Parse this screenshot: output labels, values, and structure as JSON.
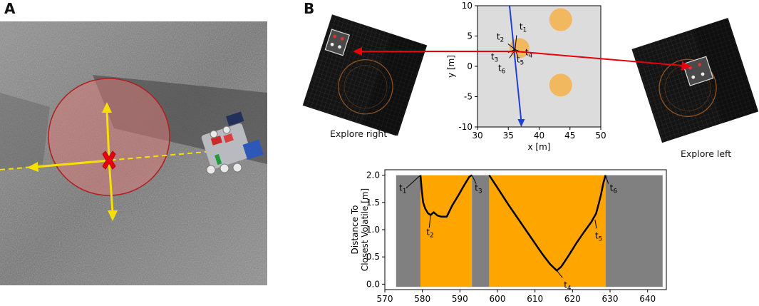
{
  "panels": {
    "a_label": "A",
    "b_label": "B"
  },
  "captions": {
    "explore_right": "Explore right",
    "explore_left": "Explore left"
  },
  "colors": {
    "volatile": "#f4b24a",
    "trajectory": "#1f3fd6",
    "arrow": "#e8000b",
    "highlight_region": "#ffa500",
    "gray_region": "#808080",
    "yellow_arrow": "#f5e000"
  },
  "chart_data": [
    {
      "type": "scatter",
      "xlabel": "x [m]",
      "ylabel": "y [m]",
      "xlim": [
        30,
        50
      ],
      "ylim": [
        -10,
        10
      ],
      "xticks": [
        30,
        35,
        40,
        45,
        50
      ],
      "yticks": [
        -10,
        -5,
        0,
        5,
        10
      ],
      "volatiles": [
        {
          "x": 43.5,
          "y": 7.7
        },
        {
          "x": 43.5,
          "y": -3.1
        },
        {
          "x": 36.8,
          "y": 3.0
        }
      ],
      "trajectory": [
        {
          "x": 35.2,
          "y": 10
        },
        {
          "x": 37.1,
          "y": -10
        }
      ],
      "time_labels": [
        "t1",
        "t2",
        "t3",
        "t4",
        "t5",
        "t6"
      ]
    },
    {
      "type": "line",
      "xlabel": "",
      "ylabel": "Distance To\nClosest Volatile [m]",
      "ylabel_lines": [
        "Distance To",
        "Closest Volatile [m]"
      ],
      "xlim": [
        570,
        645
      ],
      "ylim": [
        -0.1,
        2.1
      ],
      "xticks": [
        570,
        580,
        590,
        600,
        610,
        620,
        630,
        640
      ],
      "yticks": [
        0.0,
        0.5,
        1.0,
        1.5,
        2.0
      ],
      "regions": [
        {
          "start": 573,
          "end": 579.5,
          "color": "gray"
        },
        {
          "start": 579.5,
          "end": 593.2,
          "color": "orange"
        },
        {
          "start": 593.2,
          "end": 597.8,
          "color": "gray"
        },
        {
          "start": 597.8,
          "end": 628.8,
          "color": "orange"
        },
        {
          "start": 628.8,
          "end": 644,
          "color": "gray"
        }
      ],
      "series": [
        {
          "x": [
            579.5,
            579.8,
            580.2,
            580.8,
            581.5,
            582.2,
            583.0,
            584.0,
            585.0,
            586.5,
            588.0,
            589.5,
            591.0,
            592.5,
            593.2
          ],
          "y": [
            2.0,
            1.75,
            1.5,
            1.38,
            1.3,
            1.27,
            1.32,
            1.26,
            1.24,
            1.24,
            1.45,
            1.62,
            1.8,
            1.97,
            2.0
          ]
        },
        {
          "x": [
            597.8,
            600,
            603,
            606,
            609,
            612,
            614,
            615.8,
            617,
            619,
            621,
            623,
            625,
            626.3,
            627.0,
            627.6,
            628.2,
            628.8
          ],
          "y": [
            2.0,
            1.77,
            1.45,
            1.15,
            0.85,
            0.55,
            0.37,
            0.25,
            0.32,
            0.53,
            0.75,
            0.95,
            1.14,
            1.3,
            1.48,
            1.65,
            1.85,
            2.0
          ]
        }
      ],
      "annotations": [
        {
          "label": "t1",
          "x": 579.5,
          "y": 2.0
        },
        {
          "label": "t2",
          "x": 582.2,
          "y": 1.27
        },
        {
          "label": "t3",
          "x": 593.2,
          "y": 2.0
        },
        {
          "label": "t4",
          "x": 615.8,
          "y": 0.25
        },
        {
          "label": "t5",
          "x": 626.0,
          "y": 1.18
        },
        {
          "label": "t6",
          "x": 628.8,
          "y": 2.0
        }
      ]
    }
  ]
}
